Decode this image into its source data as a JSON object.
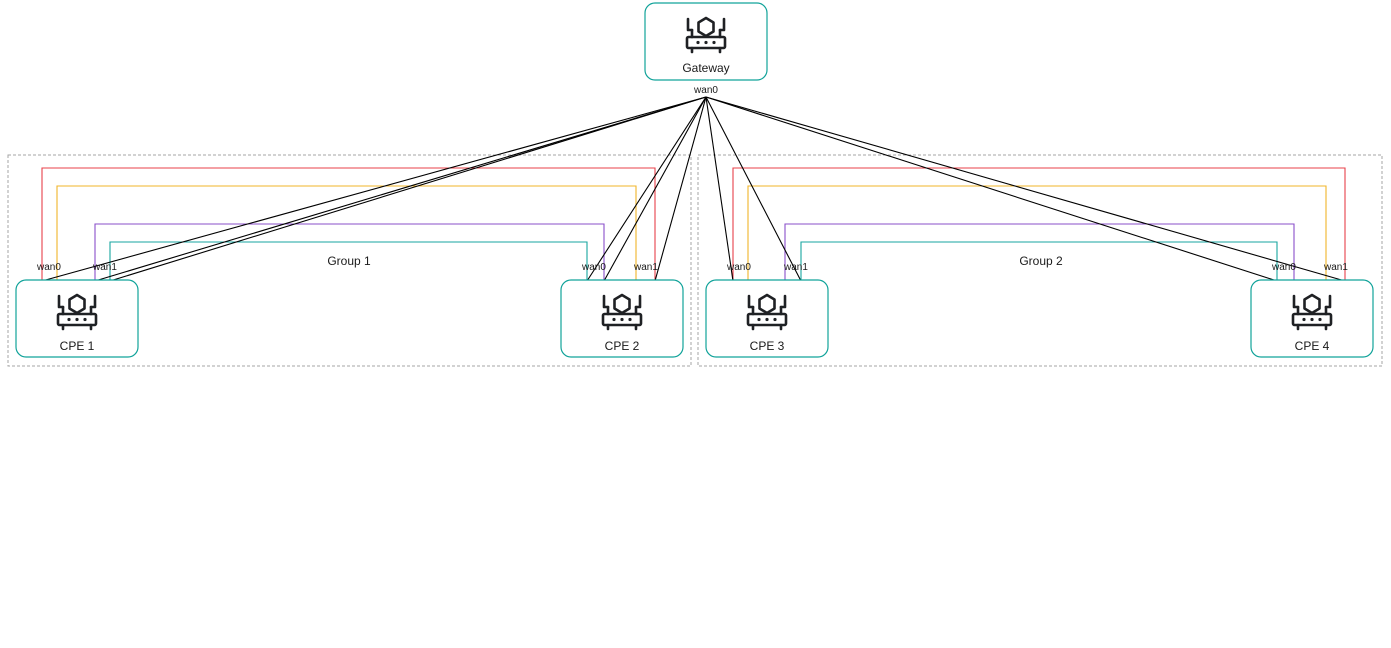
{
  "colors": {
    "node_border": "#12a39a",
    "group_border": "#a6a6a6",
    "link_gateway": "#000000",
    "link_red": "#e8404a",
    "link_yellow": "#f0b429",
    "link_purple": "#8a4fc9",
    "link_teal": "#17a6a0"
  },
  "icon": "router-icon",
  "gateway": {
    "label": "Gateway",
    "port": "wan0"
  },
  "groups": [
    {
      "label": "Group 1"
    },
    {
      "label": "Group 2"
    }
  ],
  "cpes": [
    {
      "label": "CPE 1",
      "port_a": "wan0",
      "port_b": "wan1"
    },
    {
      "label": "CPE 2",
      "port_a": "wan0",
      "port_b": "wan1"
    },
    {
      "label": "CPE 3",
      "port_a": "wan0",
      "port_b": "wan1"
    },
    {
      "label": "CPE 4",
      "port_a": "wan0",
      "port_b": "wan1"
    }
  ]
}
